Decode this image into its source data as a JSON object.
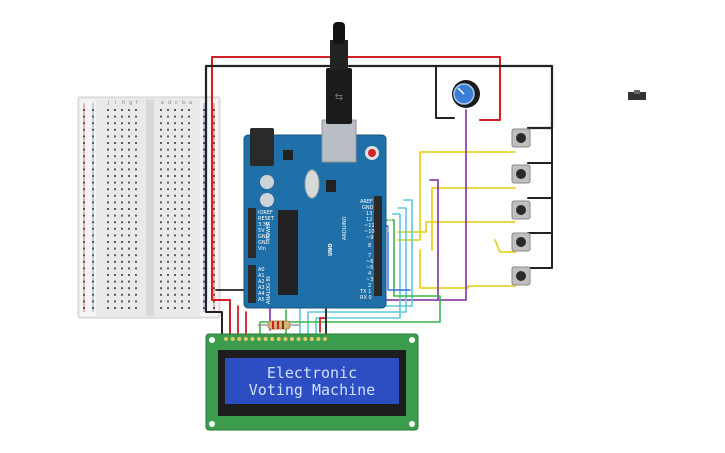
{
  "lcd": {
    "line1": "Electronic",
    "line2": "Voting Machine"
  },
  "arduino": {
    "logo_text": "UNO",
    "brand_text": "ARDUINO",
    "side_labels": [
      "AREF",
      "GND",
      "13",
      "12",
      "~11",
      "~10",
      "~9",
      "8",
      "7",
      "~6",
      "~5",
      "4",
      "~3",
      "2",
      "TX 1",
      "RX 0"
    ],
    "power_labels": [
      "IOREF",
      "RESET",
      "3.3V",
      "5V",
      "GND",
      "GND",
      "Vin"
    ],
    "analog_labels": [
      "A0",
      "A1",
      "A2",
      "A3",
      "A4",
      "A5"
    ],
    "digital_label": "DIGITAL (PWM~)",
    "power_label": "POWER",
    "analog_label": "ANALOG IN"
  },
  "breadboard": {
    "col_letters_left": [
      "j",
      "i",
      "h",
      "g",
      "f"
    ],
    "col_letters_right": [
      "e",
      "d",
      "c",
      "b",
      "a"
    ]
  },
  "wire_colors": {
    "red": "#d32027",
    "black": "#222222",
    "yellow": "#e8d22a",
    "purple": "#8e44ad",
    "cyan": "#5bc8dc",
    "green": "#3cb44b",
    "blue": "#3a6fd8"
  }
}
